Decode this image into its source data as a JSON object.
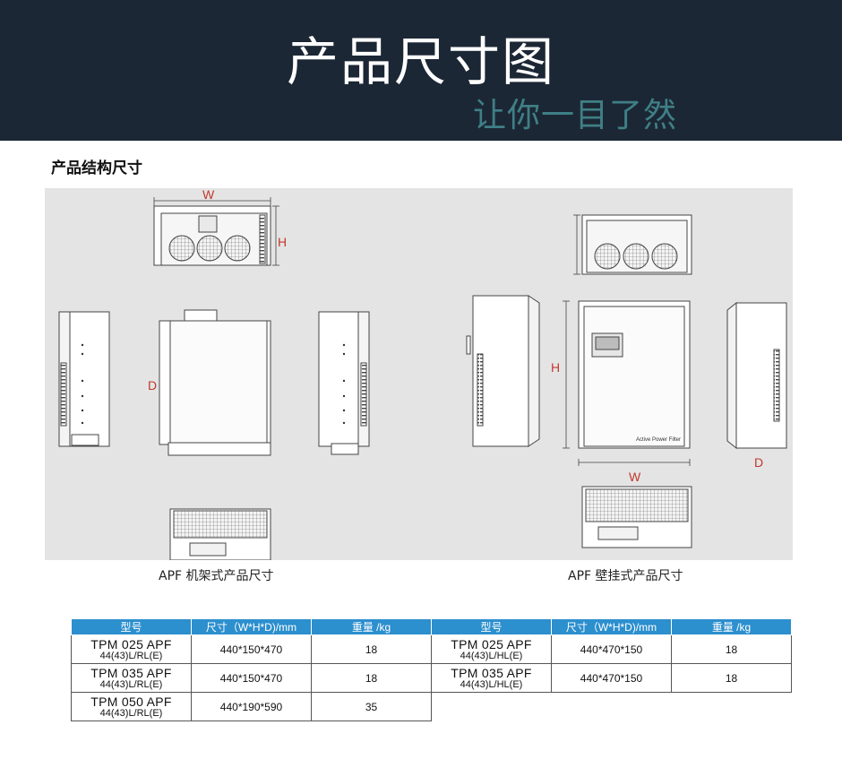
{
  "banner": {
    "title": "产品尺寸图",
    "subtitle": "让你一目了然"
  },
  "section": {
    "title": "产品结构尺寸"
  },
  "drawing": {
    "rack_labels": {
      "w": "W",
      "h": "H",
      "d": "D"
    },
    "wall_labels": {
      "h": "H",
      "w": "W",
      "d": "D"
    },
    "panel_text": "Active Power Filter",
    "dimension_color": "#c0392b"
  },
  "captions": {
    "rack": "APF 机架式产品尺寸",
    "wall": "APF 壁挂式产品尺寸"
  },
  "tables": {
    "headers": [
      "型号",
      "尺寸（W*H*D)/mm",
      "重量 /kg"
    ],
    "rack_rows": [
      {
        "model": "TPM 025 APF",
        "variant": "44(43)L/RL(E)",
        "size": "440*150*470",
        "weight": "18"
      },
      {
        "model": "TPM 035 APF",
        "variant": "44(43)L/RL(E)",
        "size": "440*150*470",
        "weight": "18"
      },
      {
        "model": "TPM 050 APF",
        "variant": "44(43)L/RL(E)",
        "size": "440*190*590",
        "weight": "35"
      }
    ],
    "wall_rows": [
      {
        "model": "TPM 025 APF",
        "variant": "44(43)L/HL(E)",
        "size": "440*470*150",
        "weight": "18"
      },
      {
        "model": "TPM 035 APF",
        "variant": "44(43)L/HL(E)",
        "size": "440*470*150",
        "weight": "18"
      }
    ]
  },
  "colors": {
    "banner_bg": "#1c2735",
    "subtitle": "#3f7f86",
    "table_header": "#2c8fce",
    "drawing_bg": "#e4e4e4"
  }
}
